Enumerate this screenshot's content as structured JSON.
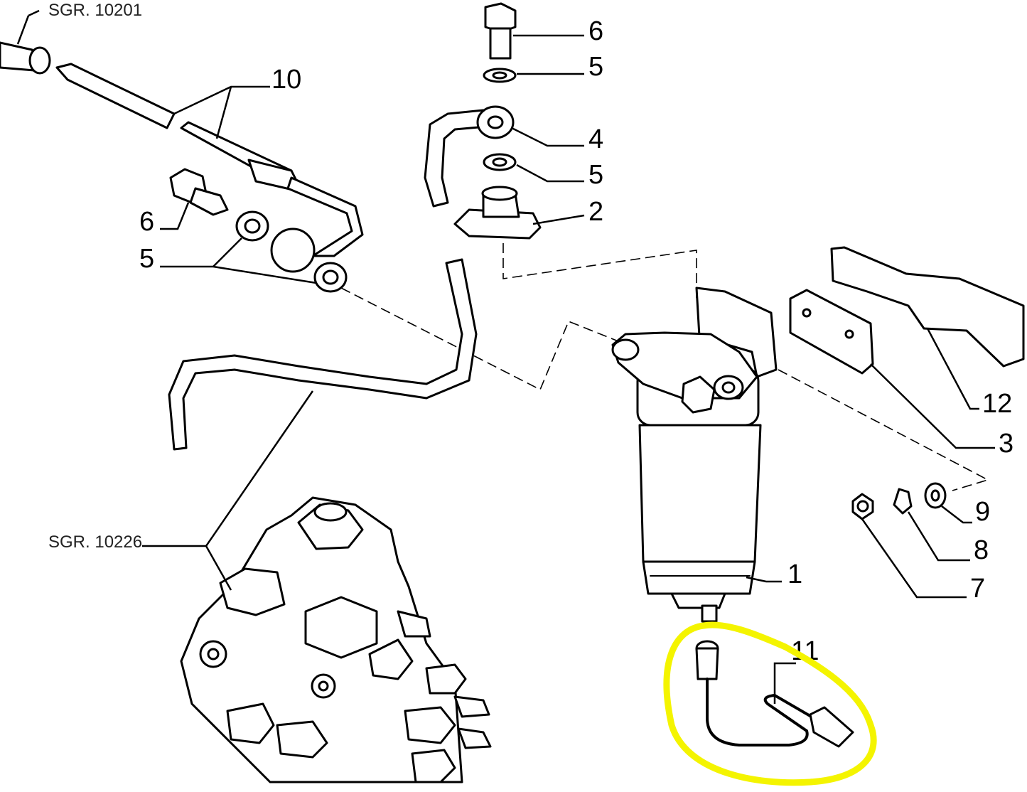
{
  "references": {
    "top": "SGR. 10201",
    "pump": "SGR. 10226"
  },
  "callouts": {
    "c6_top": "6",
    "c5_top": "5",
    "c4": "4",
    "c5_mid": "5",
    "c2": "2",
    "c10": "10",
    "c6_left": "6",
    "c5_left": "5",
    "c12": "12",
    "c3": "3",
    "c9": "9",
    "c8": "8",
    "c7": "7",
    "c1": "1",
    "c11": "11"
  },
  "highlight": {
    "part": "11",
    "color": "#f4f400"
  }
}
